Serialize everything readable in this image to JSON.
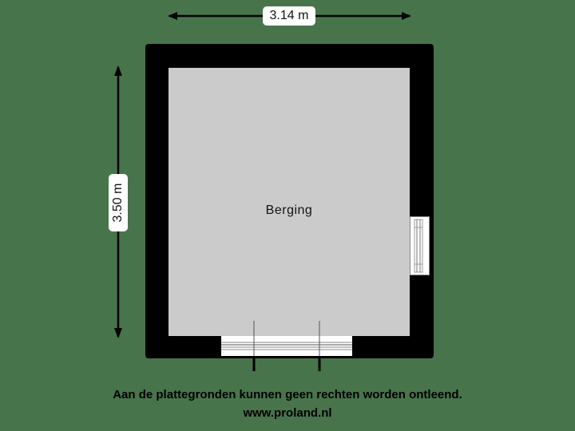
{
  "floorplan": {
    "room": {
      "name": "Berging"
    },
    "dimensions": {
      "width": "3.14 m",
      "height": "3.50 m"
    }
  },
  "footer": {
    "disclaimer": "Aan de plattegronden kunnen geen rechten worden ontleend.",
    "website": "www.proland.nl"
  },
  "colors": {
    "background": "#48744c",
    "wall": "#000000",
    "floor": "#cbcbcb"
  }
}
